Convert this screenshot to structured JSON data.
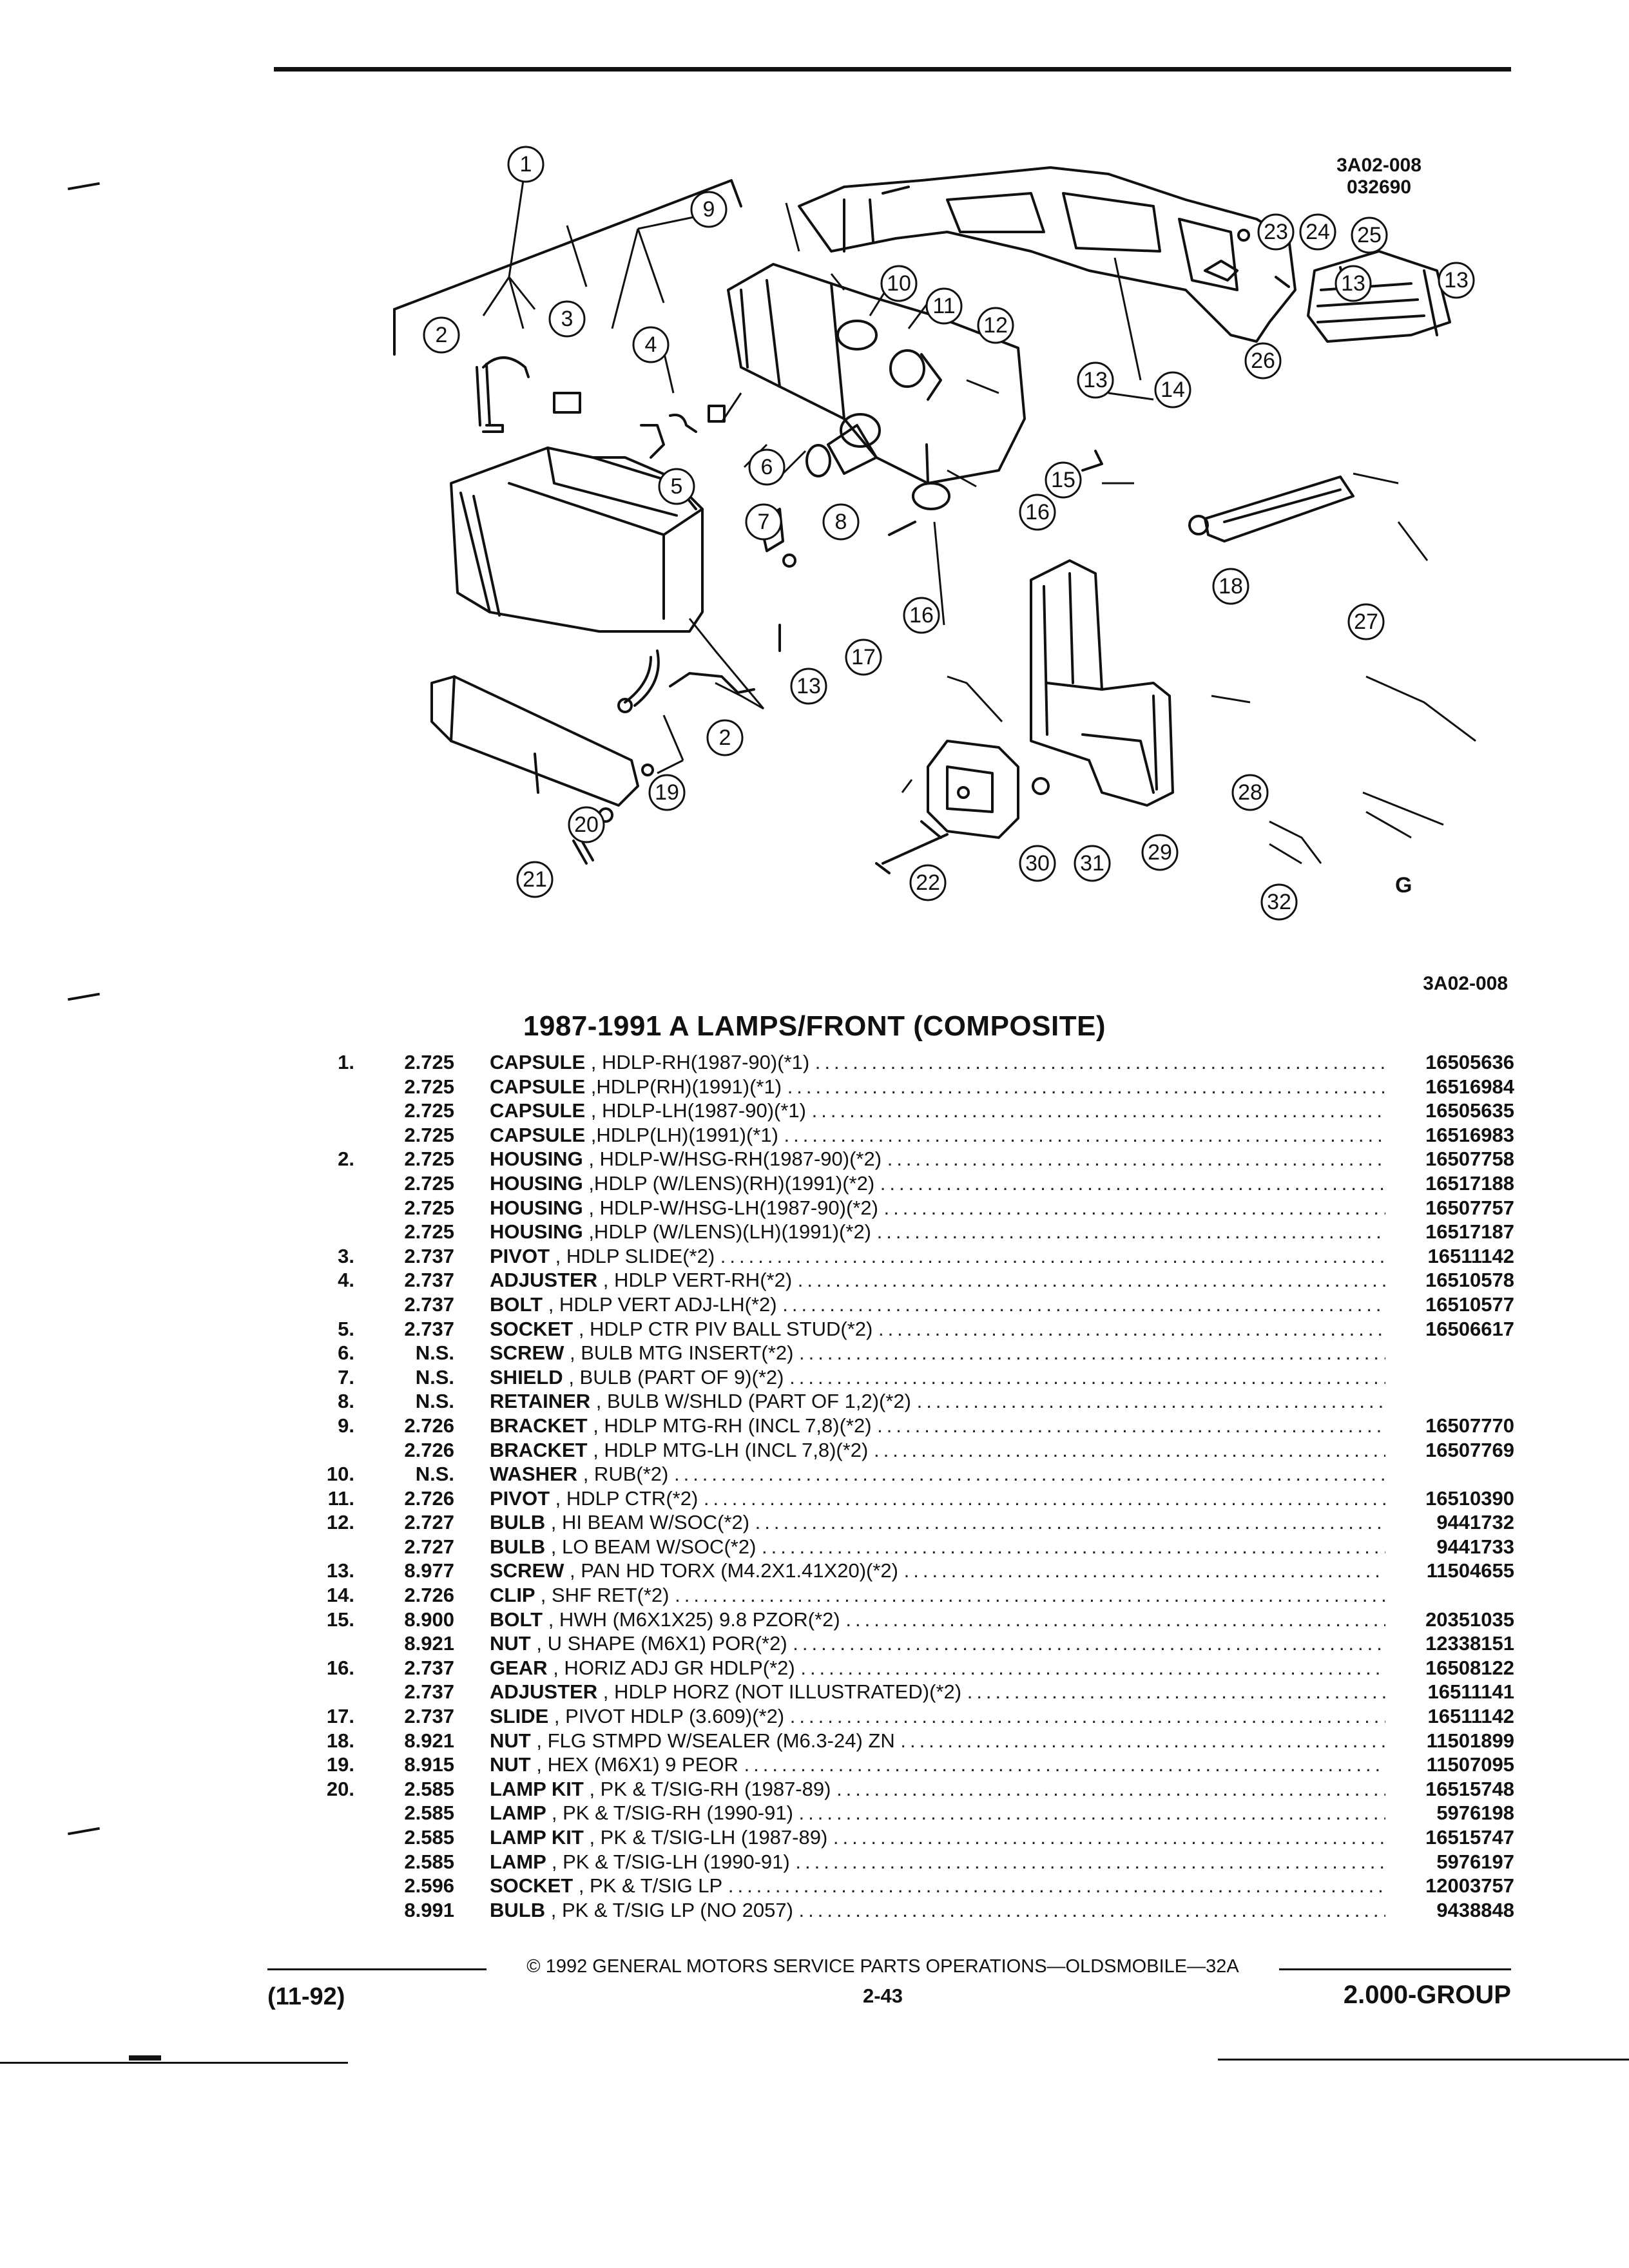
{
  "figure": {
    "code": "3A02-008",
    "date": "032690",
    "code_below": "3A02-008",
    "logo_glyph": "G"
  },
  "callouts": [
    "1",
    "2",
    "3",
    "4",
    "5",
    "6",
    "7",
    "8",
    "9",
    "10",
    "11",
    "12",
    "13",
    "14",
    "15",
    "16",
    "17",
    "18",
    "19",
    "20",
    "21",
    "22",
    "23",
    "24",
    "25",
    "26",
    "27",
    "28",
    "29",
    "30",
    "31",
    "32"
  ],
  "title": "1987-1991 A LAMPS/FRONT (COMPOSITE)",
  "parts": [
    {
      "item": "1.",
      "group": "2.725",
      "name": "CAPSULE",
      "qual": ", HDLP-RH(1987-90)(*1)",
      "pn": "16505636"
    },
    {
      "item": "",
      "group": "2.725",
      "name": "CAPSULE",
      "qual": ",HDLP(RH)(1991)(*1)",
      "pn": "16516984"
    },
    {
      "item": "",
      "group": "2.725",
      "name": "CAPSULE",
      "qual": ", HDLP-LH(1987-90)(*1)",
      "pn": "16505635"
    },
    {
      "item": "",
      "group": "2.725",
      "name": "CAPSULE",
      "qual": ",HDLP(LH)(1991)(*1)",
      "pn": "16516983"
    },
    {
      "item": "2.",
      "group": "2.725",
      "name": "HOUSING",
      "qual": ", HDLP-W/HSG-RH(1987-90)(*2)",
      "pn": "16507758"
    },
    {
      "item": "",
      "group": "2.725",
      "name": "HOUSING",
      "qual": ",HDLP (W/LENS)(RH)(1991)(*2)",
      "pn": "16517188"
    },
    {
      "item": "",
      "group": "2.725",
      "name": "HOUSING",
      "qual": ", HDLP-W/HSG-LH(1987-90)(*2)",
      "pn": "16507757"
    },
    {
      "item": "",
      "group": "2.725",
      "name": "HOUSING",
      "qual": ",HDLP (W/LENS)(LH)(1991)(*2)",
      "pn": "16517187"
    },
    {
      "item": "3.",
      "group": "2.737",
      "name": "PIVOT",
      "qual": ", HDLP SLIDE(*2)",
      "pn": "16511142"
    },
    {
      "item": "4.",
      "group": "2.737",
      "name": "ADJUSTER",
      "qual": ", HDLP VERT-RH(*2)",
      "pn": "16510578"
    },
    {
      "item": "",
      "group": "2.737",
      "name": "BOLT",
      "qual": ", HDLP VERT ADJ-LH(*2)",
      "pn": "16510577"
    },
    {
      "item": "5.",
      "group": "2.737",
      "name": "SOCKET",
      "qual": ", HDLP CTR PIV BALL STUD(*2)",
      "pn": "16506617"
    },
    {
      "item": "6.",
      "group": "N.S.",
      "name": "SCREW",
      "qual": ", BULB MTG INSERT(*2)",
      "pn": ""
    },
    {
      "item": "7.",
      "group": "N.S.",
      "name": "SHIELD",
      "qual": ", BULB (PART OF 9)(*2)",
      "pn": ""
    },
    {
      "item": "8.",
      "group": "N.S.",
      "name": "RETAINER",
      "qual": ", BULB W/SHLD (PART OF 1,2)(*2)",
      "pn": ""
    },
    {
      "item": "9.",
      "group": "2.726",
      "name": "BRACKET",
      "qual": ", HDLP MTG-RH (INCL 7,8)(*2)",
      "pn": "16507770"
    },
    {
      "item": "",
      "group": "2.726",
      "name": "BRACKET",
      "qual": ", HDLP MTG-LH (INCL 7,8)(*2)",
      "pn": "16507769"
    },
    {
      "item": "10.",
      "group": "N.S.",
      "name": "WASHER",
      "qual": ", RUB(*2)",
      "pn": ""
    },
    {
      "item": "11.",
      "group": "2.726",
      "name": "PIVOT",
      "qual": ", HDLP CTR(*2)",
      "pn": "16510390"
    },
    {
      "item": "12.",
      "group": "2.727",
      "name": "BULB",
      "qual": ", HI BEAM W/SOC(*2)",
      "pn": "9441732"
    },
    {
      "item": "",
      "group": "2.727",
      "name": "BULB",
      "qual": ", LO BEAM W/SOC(*2)",
      "pn": "9441733"
    },
    {
      "item": "13.",
      "group": "8.977",
      "name": "SCREW",
      "qual": ", PAN HD TORX (M4.2X1.41X20)(*2)",
      "pn": "11504655"
    },
    {
      "item": "14.",
      "group": "2.726",
      "name": "CLIP",
      "qual": ", SHF RET(*2)",
      "pn": ""
    },
    {
      "item": "15.",
      "group": "8.900",
      "name": "BOLT",
      "qual": ", HWH (M6X1X25) 9.8 PZOR(*2)",
      "pn": "20351035"
    },
    {
      "item": "",
      "group": "8.921",
      "name": "NUT",
      "qual": ", U SHAPE (M6X1) POR(*2)",
      "pn": "12338151"
    },
    {
      "item": "16.",
      "group": "2.737",
      "name": "GEAR",
      "qual": ", HORIZ ADJ GR HDLP(*2)",
      "pn": "16508122"
    },
    {
      "item": "",
      "group": "2.737",
      "name": "ADJUSTER",
      "qual": ", HDLP HORZ (NOT ILLUSTRATED)(*2)",
      "pn": "16511141"
    },
    {
      "item": "17.",
      "group": "2.737",
      "name": "SLIDE",
      "qual": ", PIVOT HDLP (3.609)(*2)",
      "pn": "16511142"
    },
    {
      "item": "18.",
      "group": "8.921",
      "name": "NUT",
      "qual": ", FLG STMPD W/SEALER (M6.3-24) ZN",
      "pn": "11501899"
    },
    {
      "item": "19.",
      "group": "8.915",
      "name": "NUT",
      "qual": ", HEX (M6X1) 9 PEOR",
      "pn": "11507095"
    },
    {
      "item": "20.",
      "group": "2.585",
      "name": "LAMP KIT",
      "qual": ", PK & T/SIG-RH (1987-89)",
      "pn": "16515748"
    },
    {
      "item": "",
      "group": "2.585",
      "name": "LAMP",
      "qual": ", PK & T/SIG-RH (1990-91)",
      "pn": "5976198"
    },
    {
      "item": "",
      "group": "2.585",
      "name": "LAMP KIT",
      "qual": ", PK & T/SIG-LH (1987-89)",
      "pn": "16515747"
    },
    {
      "item": "",
      "group": "2.585",
      "name": "LAMP",
      "qual": ", PK & T/SIG-LH (1990-91)",
      "pn": "5976197"
    },
    {
      "item": "",
      "group": "2.596",
      "name": "SOCKET",
      "qual": ", PK & T/SIG LP",
      "pn": "12003757"
    },
    {
      "item": "",
      "group": "8.991",
      "name": "BULB",
      "qual": ", PK & T/SIG LP (NO 2057)",
      "pn": "9438848"
    }
  ],
  "footer": {
    "date_code": "(11-92)",
    "copyright": "© 1992 GENERAL MOTORS SERVICE PARTS OPERATIONS—OLDSMOBILE—32A",
    "page": "2-43",
    "group": "2.000-GROUP"
  }
}
